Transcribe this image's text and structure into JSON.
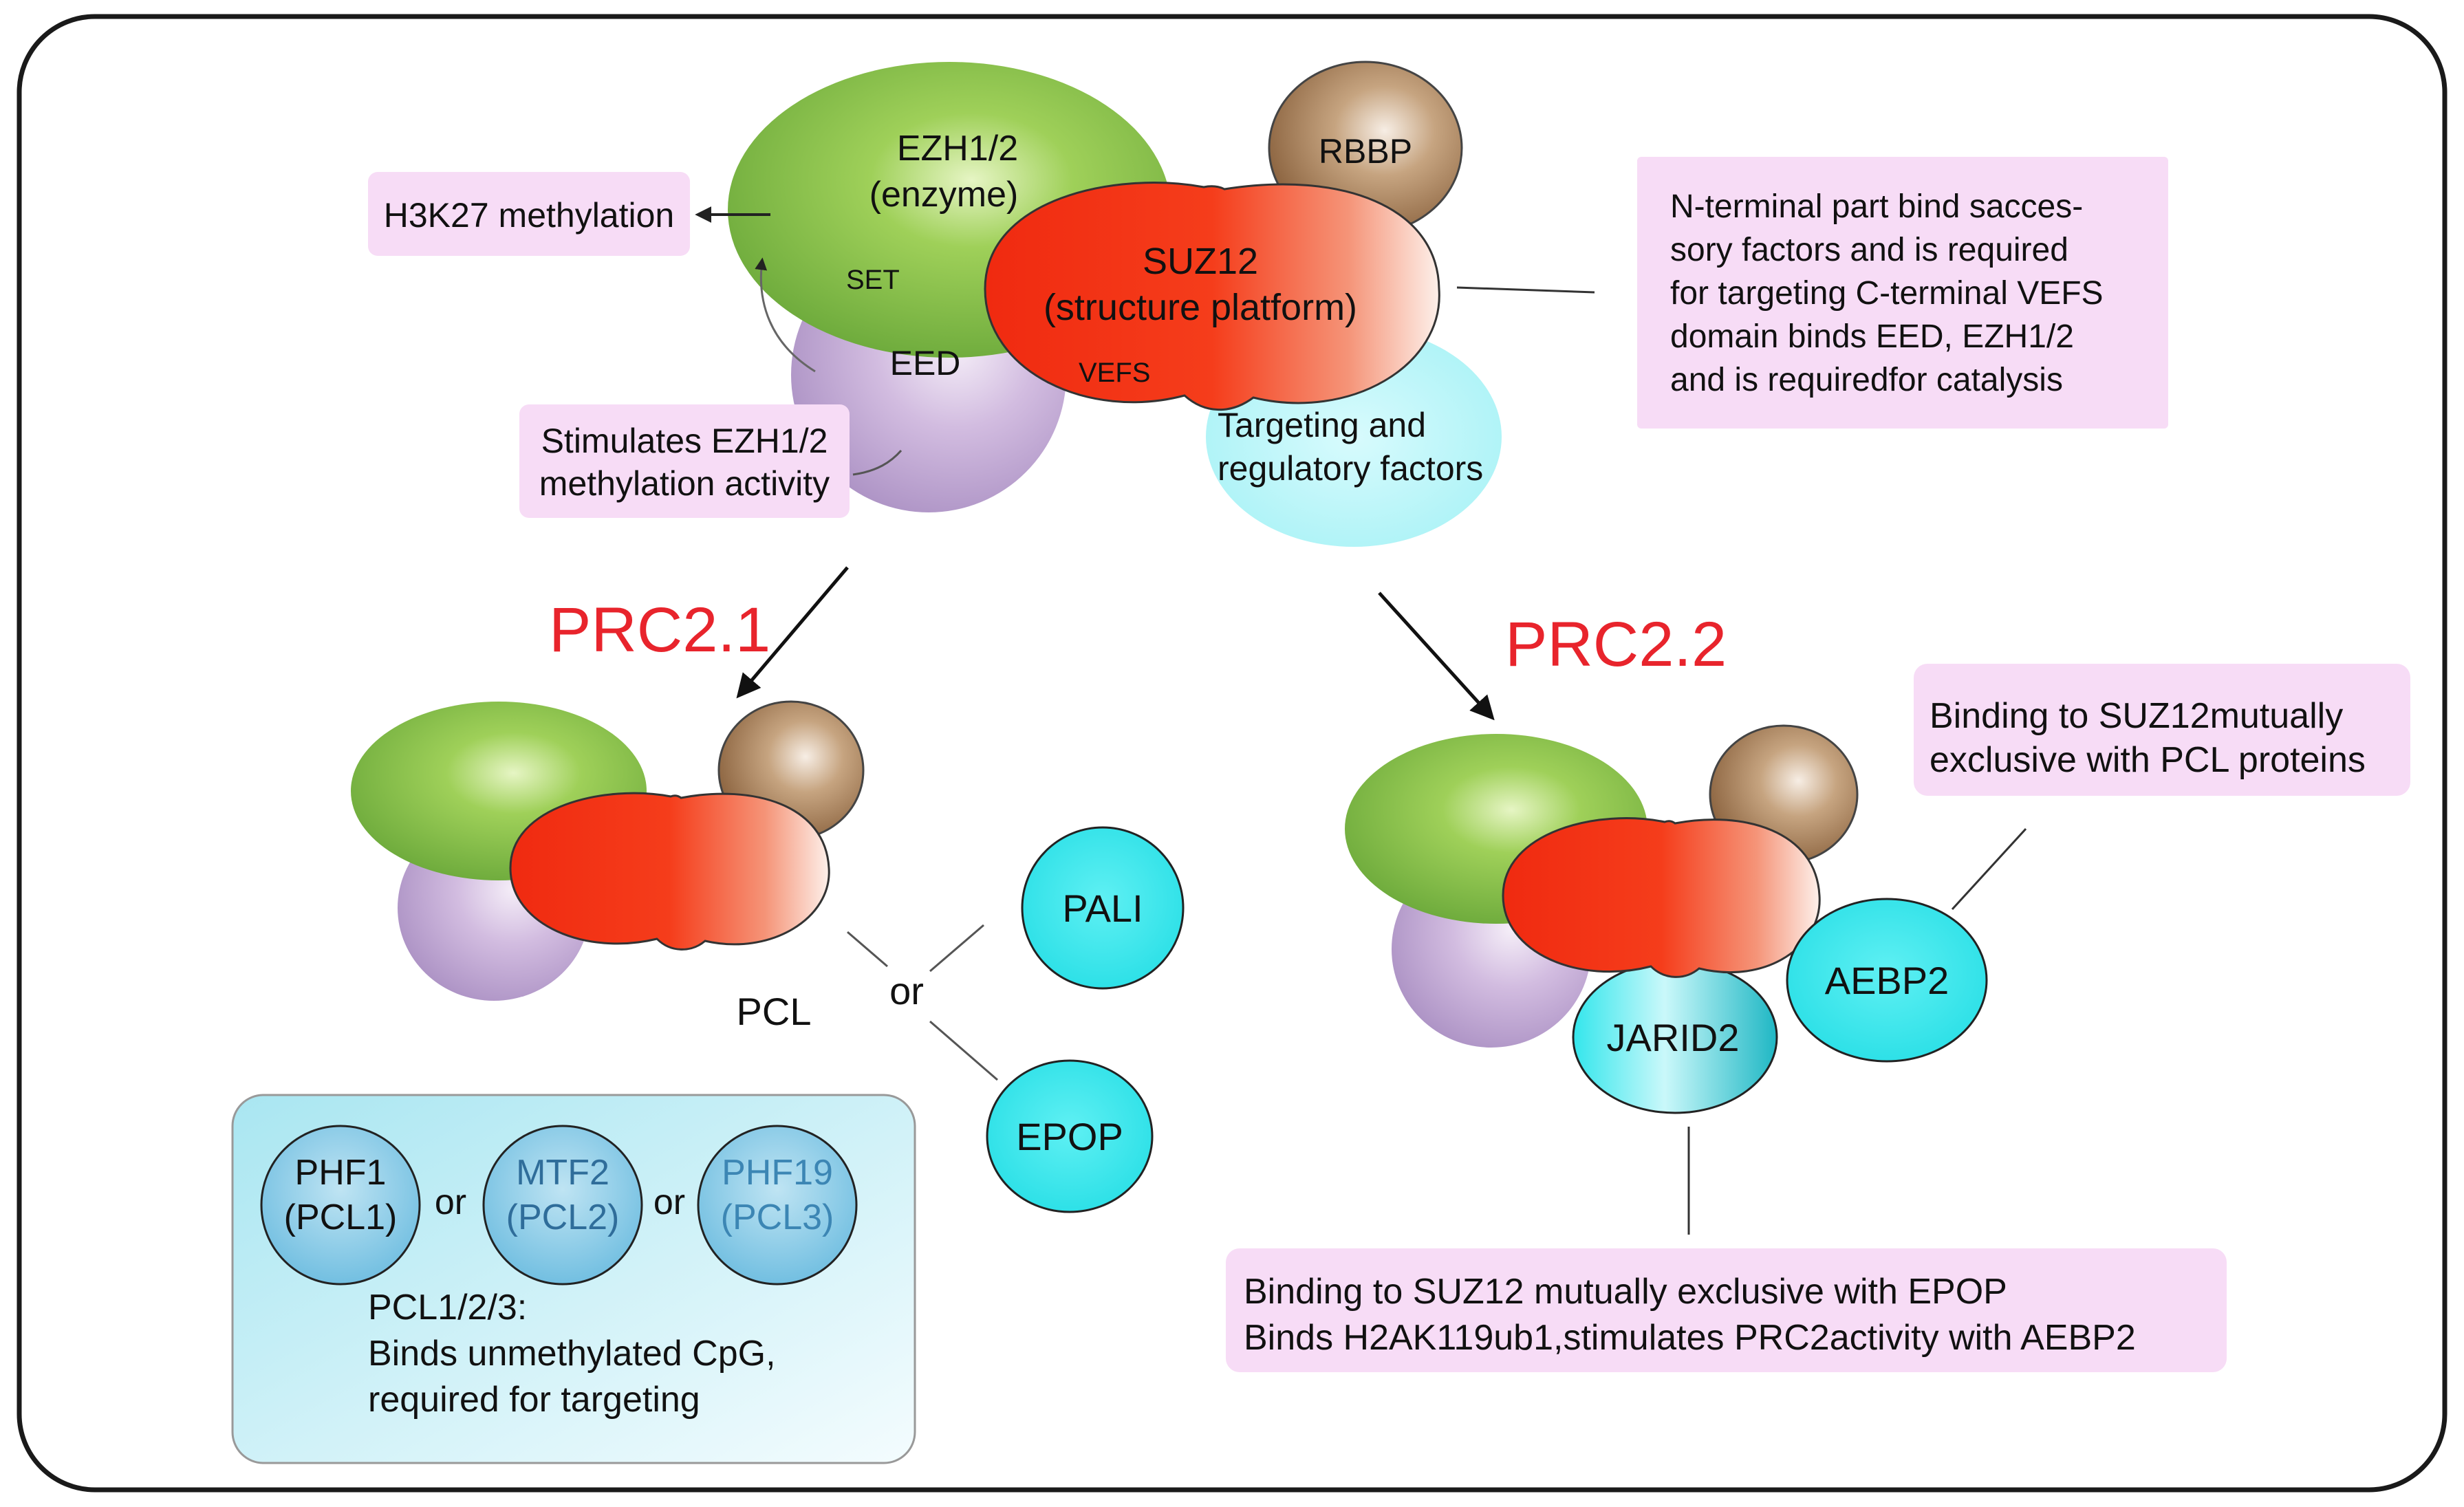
{
  "top": {
    "ezh": {
      "line1": "EZH1/2",
      "line2": "(enzyme)",
      "set": "SET"
    },
    "suz12": {
      "line1": "SUZ12",
      "line2": "(structure platform)",
      "vefs": "VEFS"
    },
    "rbbp": "RBBP",
    "eed": "EED",
    "targeting": {
      "line1": "Targeting and",
      "line2": "regulatory factors"
    },
    "h3k27": "H3K27 methylation",
    "stimulates": {
      "line1": "Stimulates EZH1/2",
      "line2": "methylation activity"
    },
    "nterm": {
      "line1": "N-terminal part bind  sacces-",
      "line2": "sory factors  and is required",
      "line3": "for  targeting C-terminal VEFS",
      "line4": "domain binds EED, EZH1/2",
      "line5": "and is requiredfor catalysis"
    }
  },
  "prc21": {
    "title": "PRC2.1",
    "pcl": "PCL",
    "or": "or",
    "pali": "PALI",
    "epop": "EPOP",
    "box": {
      "phf1": {
        "line1": "PHF1",
        "line2": "(PCL1)"
      },
      "mtf2": {
        "line1": "MTF2",
        "line2": "(PCL2)"
      },
      "phf19": {
        "line1": "PHF19",
        "line2": "(PCL3)"
      },
      "or1": "or",
      "or2": "or",
      "desc": {
        "line1": "PCL1/2/3:",
        "line2": "Binds unmethylated CpG,",
        "line3": "required for targeting"
      }
    }
  },
  "prc22": {
    "title": "PRC2.2",
    "jarid2": "JARID2",
    "aebp2": "AEBP2",
    "binding_pcl": {
      "line1": "Binding to SUZ12mutually",
      "line2": "exclusive with PCL proteins"
    },
    "binding_epop": {
      "line1": "Binding to SUZ12 mutually exclusive with EPOP",
      "line2": "Binds H2AK119ub1,stimulates PRC2activity with AEBP2"
    }
  },
  "colors": {
    "title_red": "#e8242c",
    "label_pink": "#f7dcf6",
    "cyan": "#33e6ec",
    "box_bg": "#d3f1f7"
  }
}
